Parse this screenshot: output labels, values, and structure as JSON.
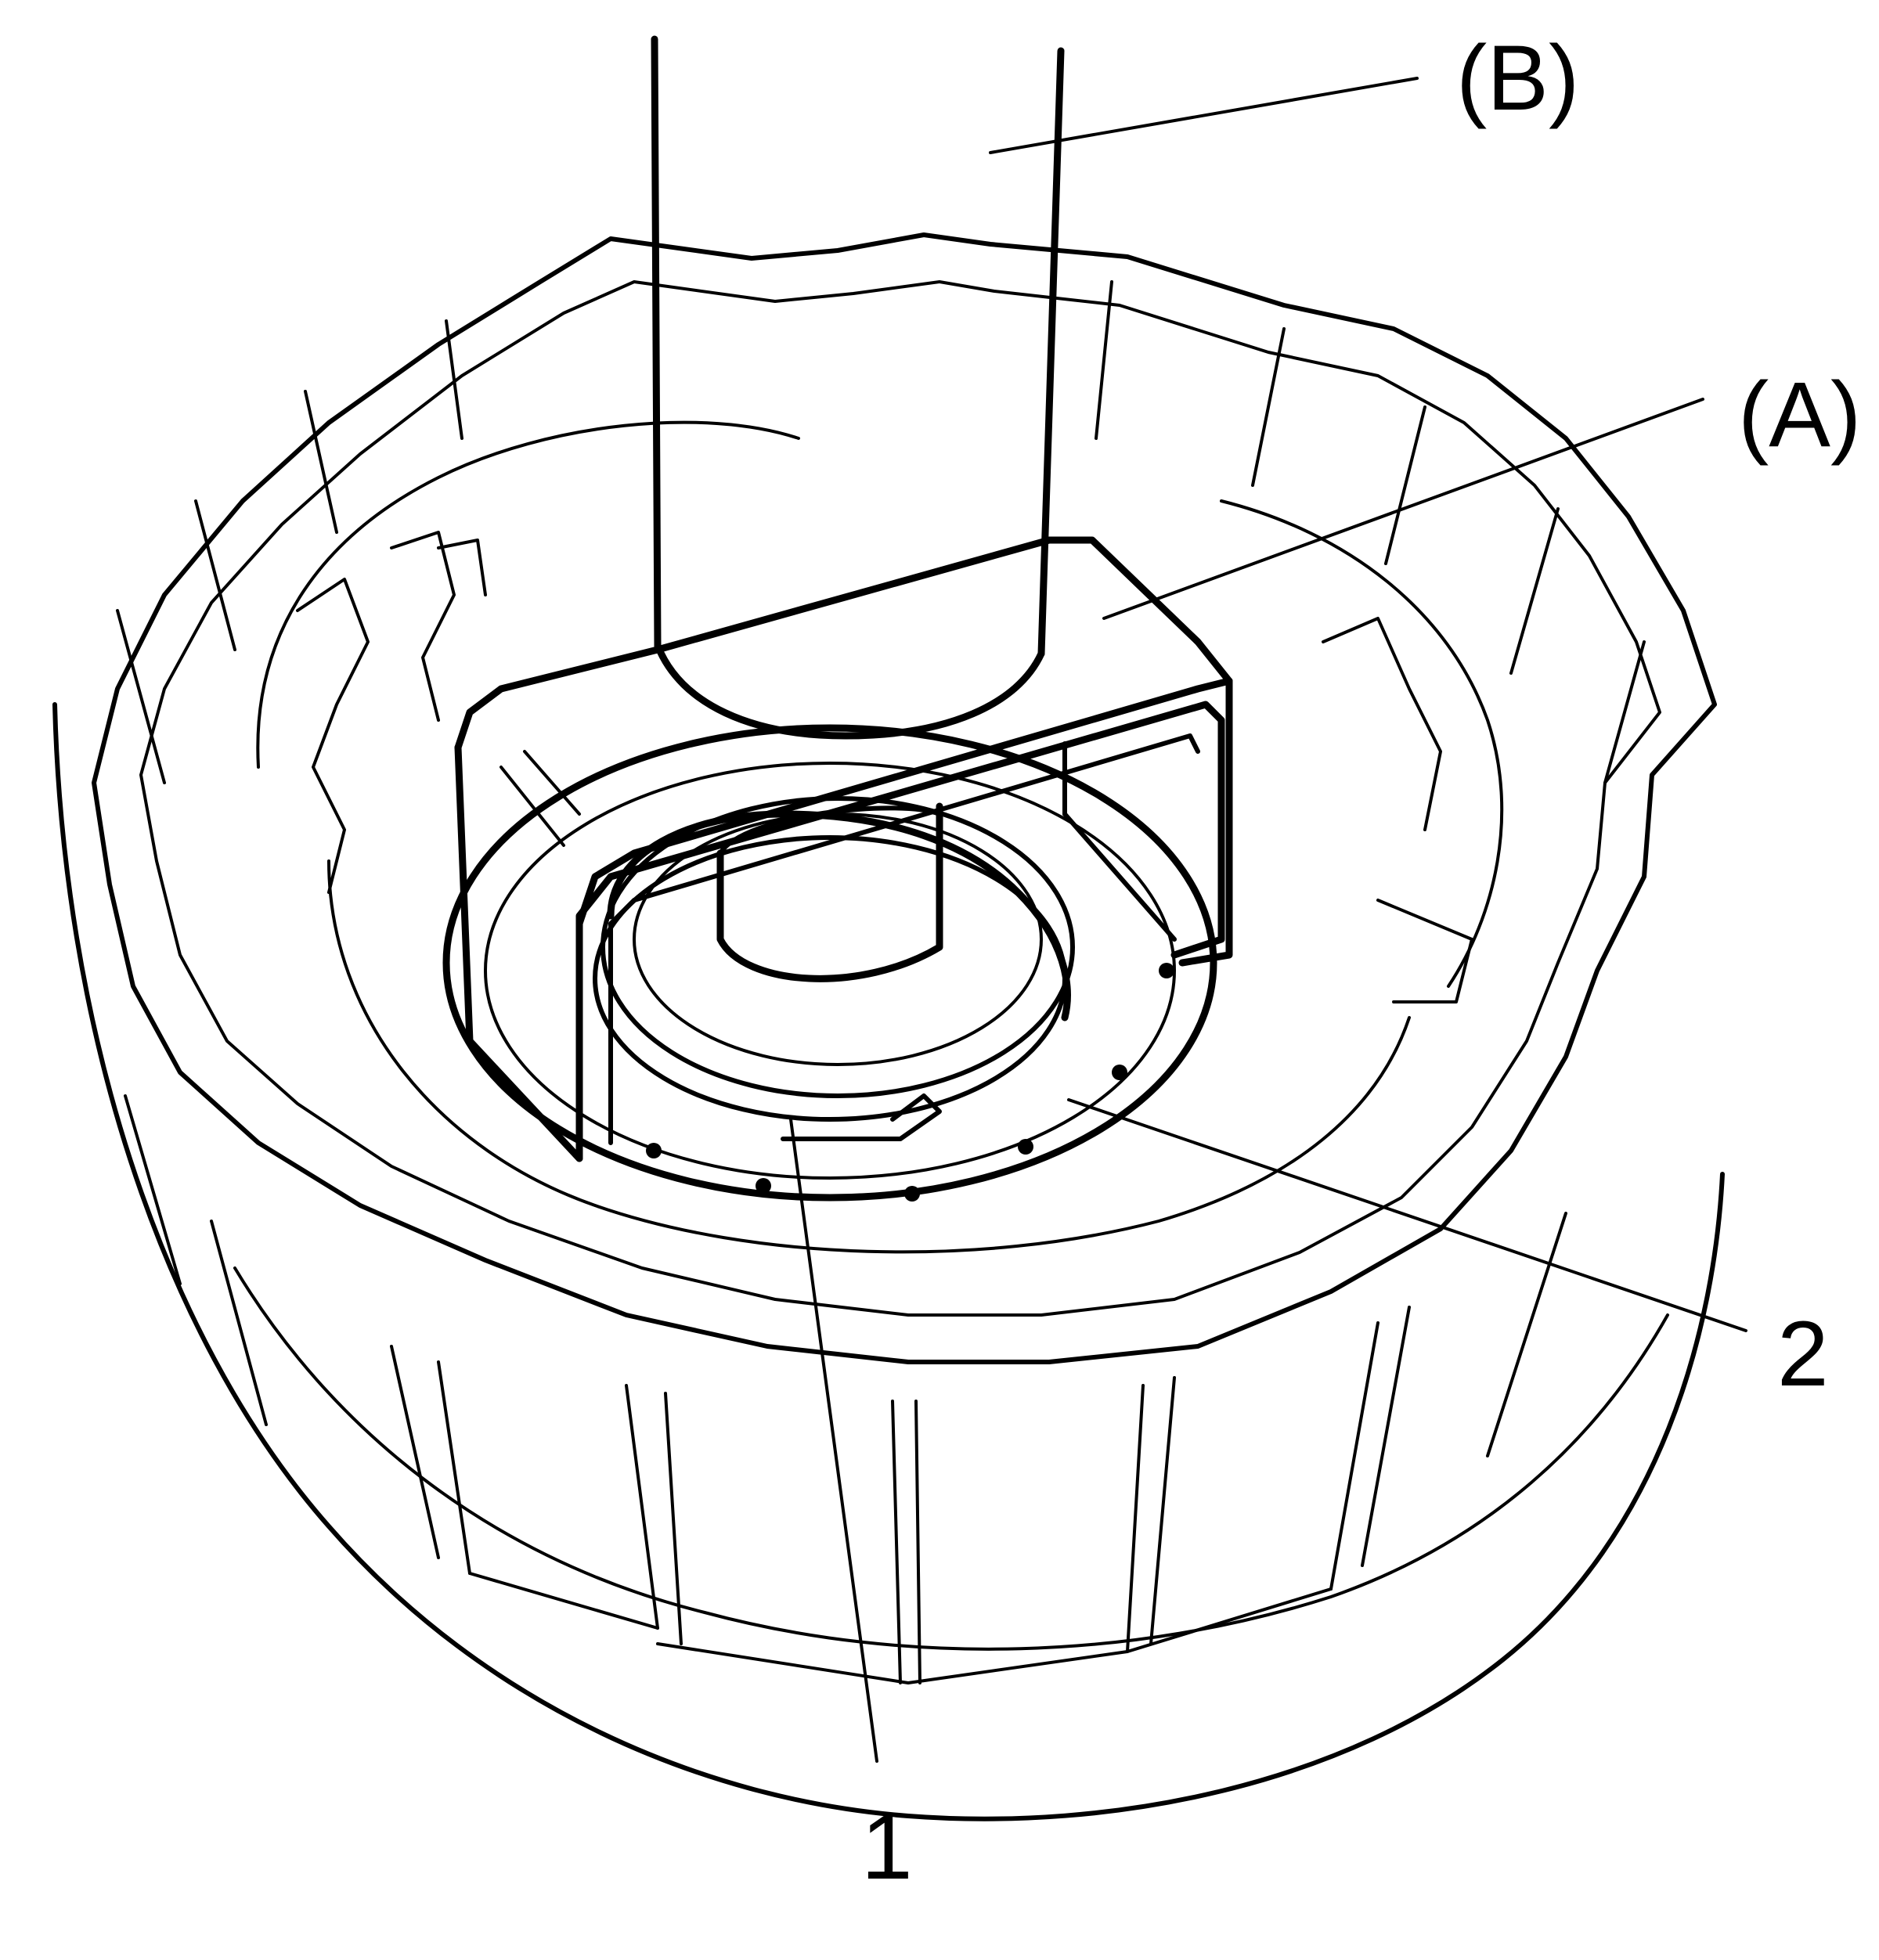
{
  "figure": {
    "labels": {
      "tool_b": "(B)",
      "tool_a": "(A)",
      "part_2": "2",
      "part_1": "1"
    }
  },
  "colors": {
    "line": "#000000",
    "background": "#ffffff"
  }
}
